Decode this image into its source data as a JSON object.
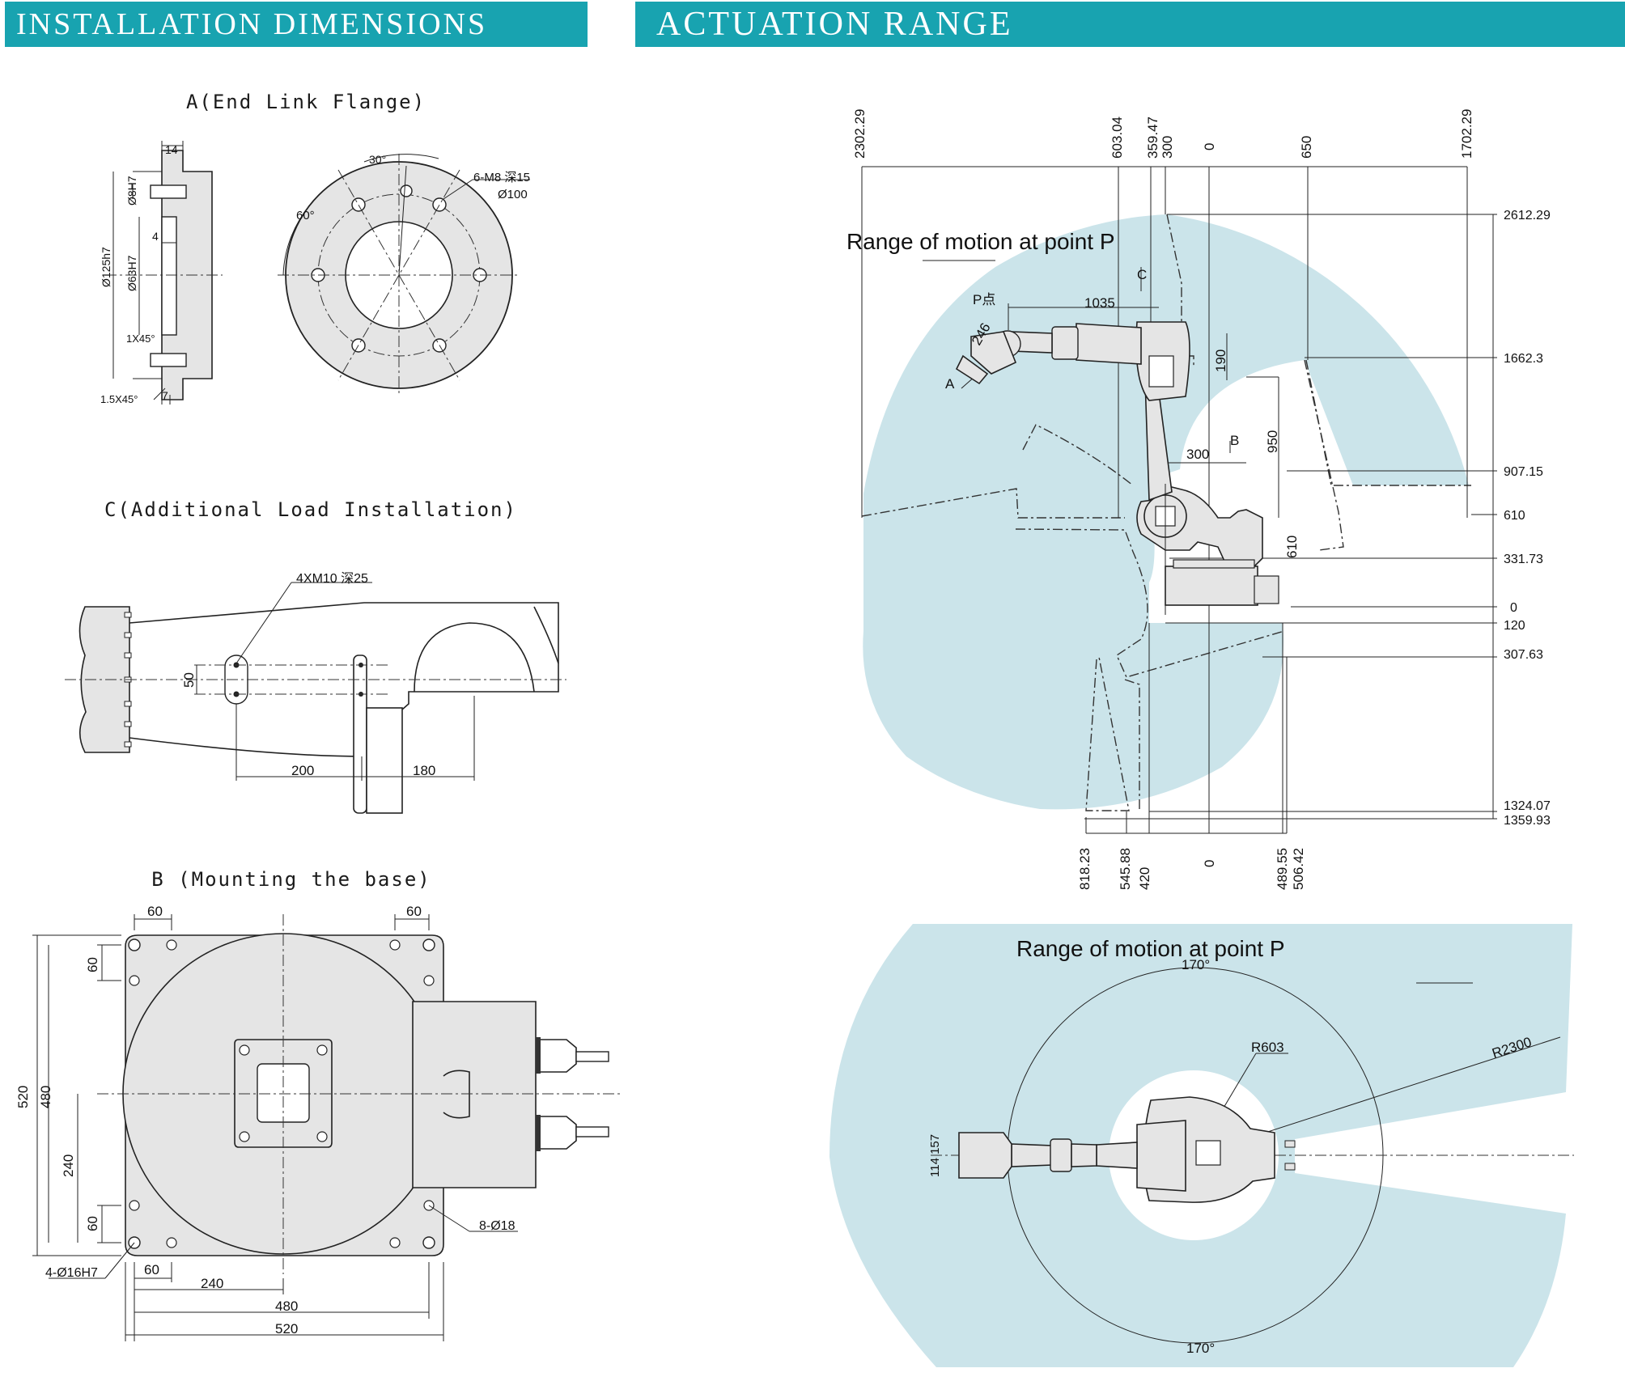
{
  "banners": {
    "installation": "INSTALLATION DIMENSIONS",
    "actuation": "ACTUATION RANGE"
  },
  "section_titles": {
    "a": "A(End Link Flange)",
    "c": "C(Additional Load Installation)",
    "b": "B (Mounting the base)"
  },
  "flange": {
    "dims": [
      "14",
      "Ø8H7",
      "4",
      "Ø125h7",
      "Ø63H7",
      "1X45°",
      "1.5X45°",
      "7"
    ],
    "angle_30": "30°",
    "angle_60": "60°",
    "holes": "6-M8 深15",
    "pcd": "Ø100"
  },
  "load": {
    "holes": "4XM10 深25",
    "dim_50": "50",
    "dim_200": "200",
    "dim_180": "180"
  },
  "base": {
    "dims": {
      "top_left_60": "60",
      "top_right_60": "60",
      "side_60_top": "60",
      "side_520": "520",
      "side_480": "480",
      "side_240": "240",
      "side_60_bottom": "60",
      "bottom_60": "60",
      "bottom_240": "240",
      "bottom_480": "480",
      "bottom_520": "520"
    },
    "pin_holes": "4-Ø16H7",
    "bolt_holes": "8-Ø18"
  },
  "range_side": {
    "label": "Range of motion at point P",
    "p_label": "P点",
    "a_label": "A",
    "b_label": "B",
    "c_label": "C",
    "dims": {
      "d1035": "1035",
      "d246": "246",
      "d190": "190",
      "d950": "950",
      "d300": "300",
      "d610": "610"
    },
    "top_ticks": [
      "2302.29",
      "603.04",
      "359.47",
      "300",
      "0",
      "650",
      "1702.29"
    ],
    "right_ticks": [
      "2612.29",
      "1662.3",
      "907.15",
      "610",
      "331.73",
      "0",
      "120",
      "307.63",
      "1324.07",
      "1359.93"
    ],
    "bottom_ticks": [
      "818.23",
      "545.88",
      "420",
      "0",
      "489.55",
      "506.42"
    ]
  },
  "range_top": {
    "label": "Range of motion at point P",
    "angle_top": "170°",
    "angle_bottom": "170°",
    "r_inner": "R603",
    "r_outer": "R2300",
    "dims": "114 157"
  },
  "colors": {
    "banner": "#18a3b0",
    "range_zone": "#cbe4ea"
  }
}
